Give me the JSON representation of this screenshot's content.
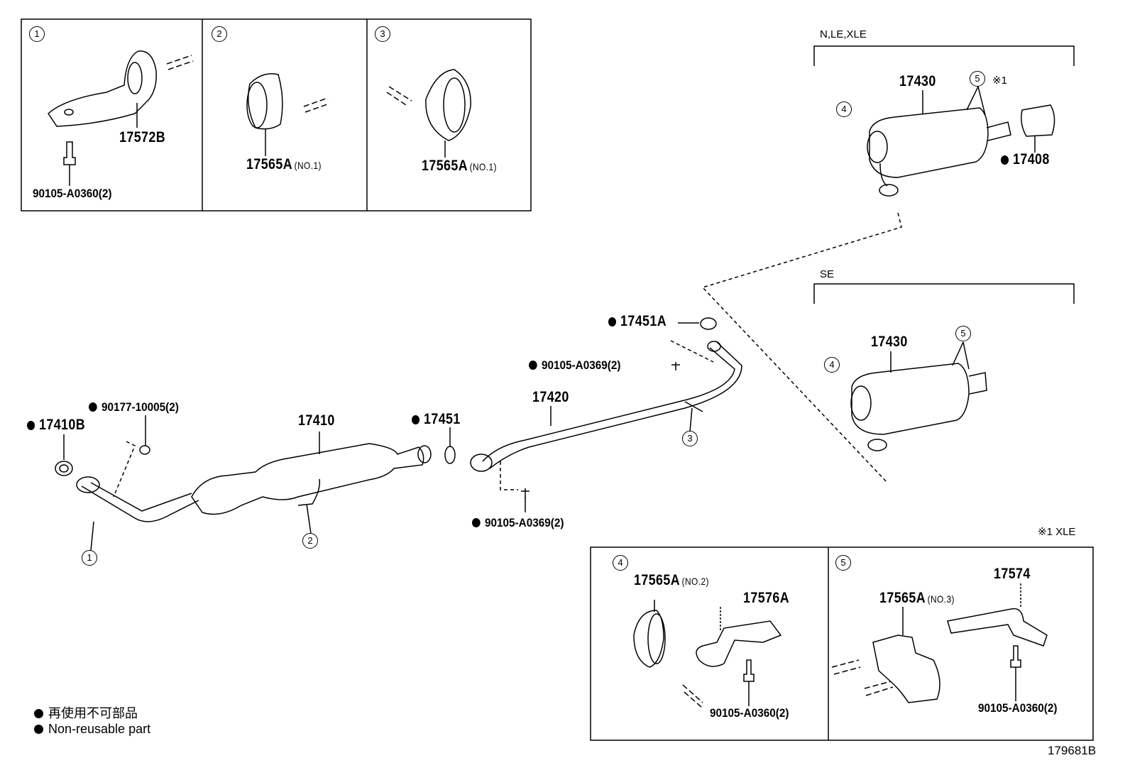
{
  "diagram_id": "179681B",
  "legend": {
    "jp": "再使用不可部品",
    "en": "Non-reusable part"
  },
  "footnote": "※1 XLE",
  "variants": {
    "top": "N,LE,XLE",
    "bottom": "SE"
  },
  "callouts": {
    "c1": "1",
    "c2": "2",
    "c3": "3",
    "c4": "4",
    "c5": "5",
    "mark1": "※1"
  },
  "detail_boxes": {
    "box1": {
      "part": "17572B",
      "bolt": "90105-A0360(2)"
    },
    "box2": {
      "part": "17565A",
      "note": "(NO.1)"
    },
    "box3": {
      "part": "17565A",
      "note": "(NO.1)"
    },
    "box4": {
      "part": "17565A",
      "note": "(NO.2)",
      "bracket": "17576A",
      "bolt": "90105-A0360(2)"
    },
    "box5": {
      "part": "17565A",
      "note": "(NO.3)",
      "bracket": "17574",
      "bolt": "90105-A0360(2)"
    }
  },
  "parts": {
    "muffler_top": "17430",
    "tip": "17408",
    "muffler_se": "17430",
    "gasket_a": "17451A",
    "bolt_upper": "90105-A0369(2)",
    "center_pipe": "17420",
    "nut": "90177-10005(2)",
    "gasket_front": "17410B",
    "converter": "17410",
    "gasket_mid": "17451",
    "bolt_lower": "90105-A0369(2)"
  }
}
